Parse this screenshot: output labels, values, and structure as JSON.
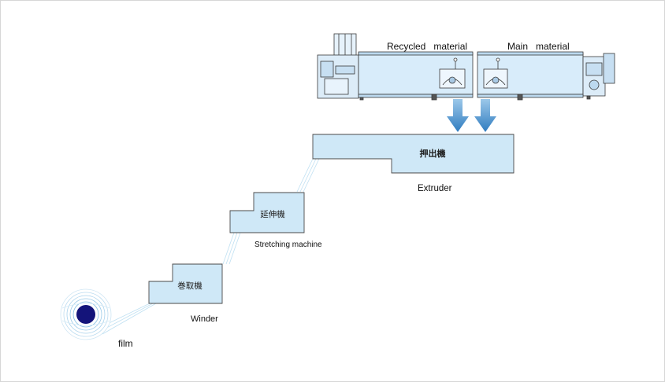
{
  "machines": {
    "recycled_label": "Recycled   material",
    "main_label": "Main   material"
  },
  "stages": {
    "extruder": {
      "box_text": "押出機",
      "caption": "Extruder"
    },
    "stretching": {
      "box_text": "延伸機",
      "caption": "Stretching machine"
    },
    "winder": {
      "box_text": "巻取機",
      "caption": "Winder"
    },
    "film": {
      "caption": "film"
    }
  },
  "colors": {
    "box_fill": "#cfe8f7",
    "box_stroke": "#4a4a4a",
    "arrow": "#3d86c6",
    "film_core": "#14147a",
    "film_ring": "#8fc6e8"
  }
}
